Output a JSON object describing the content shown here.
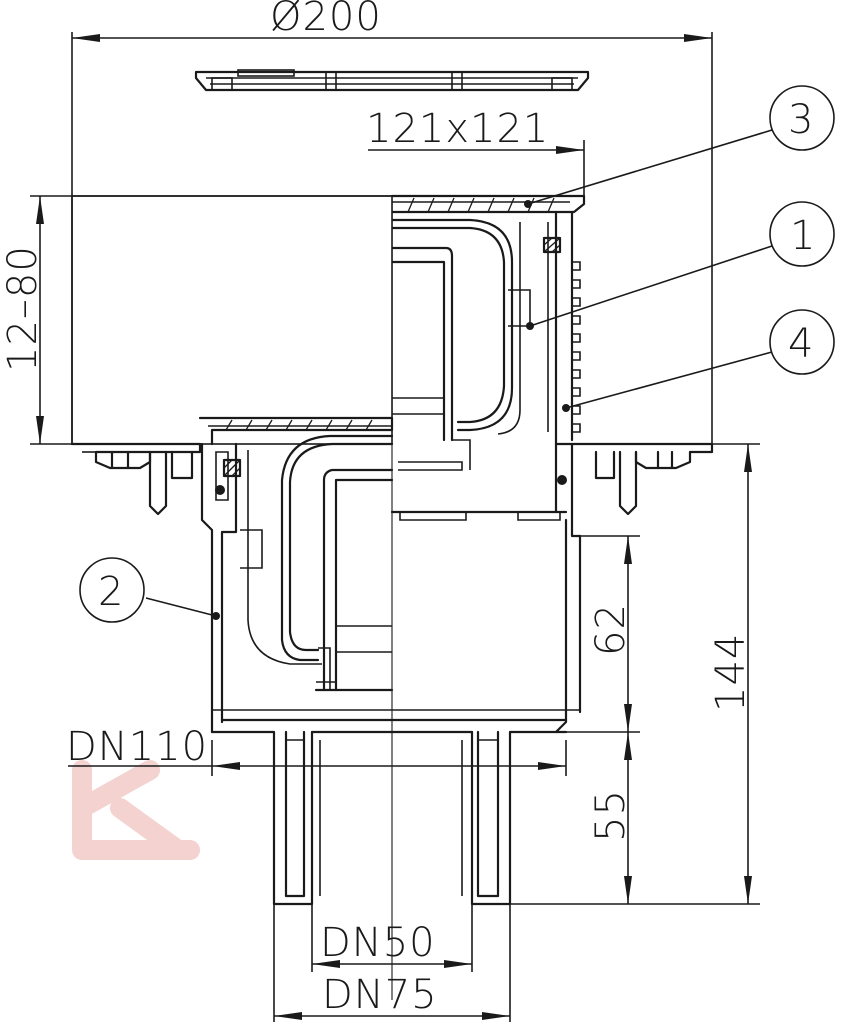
{
  "dimensions": {
    "outer_diameter": "Ø200",
    "grate_size": "121x121",
    "height_range": "12–80",
    "total_height": "144",
    "upper_length": "62",
    "lower_length": "55",
    "body_dn": "DN110",
    "outlet_inner_dn": "DN50",
    "outlet_outer_dn": "DN75"
  },
  "callouts": [
    {
      "number": "1"
    },
    {
      "number": "2"
    },
    {
      "number": "3"
    },
    {
      "number": "4"
    }
  ],
  "colors": {
    "line": "#1a1a1a",
    "background": "#ffffff",
    "watermark": "#f3d2d0"
  }
}
